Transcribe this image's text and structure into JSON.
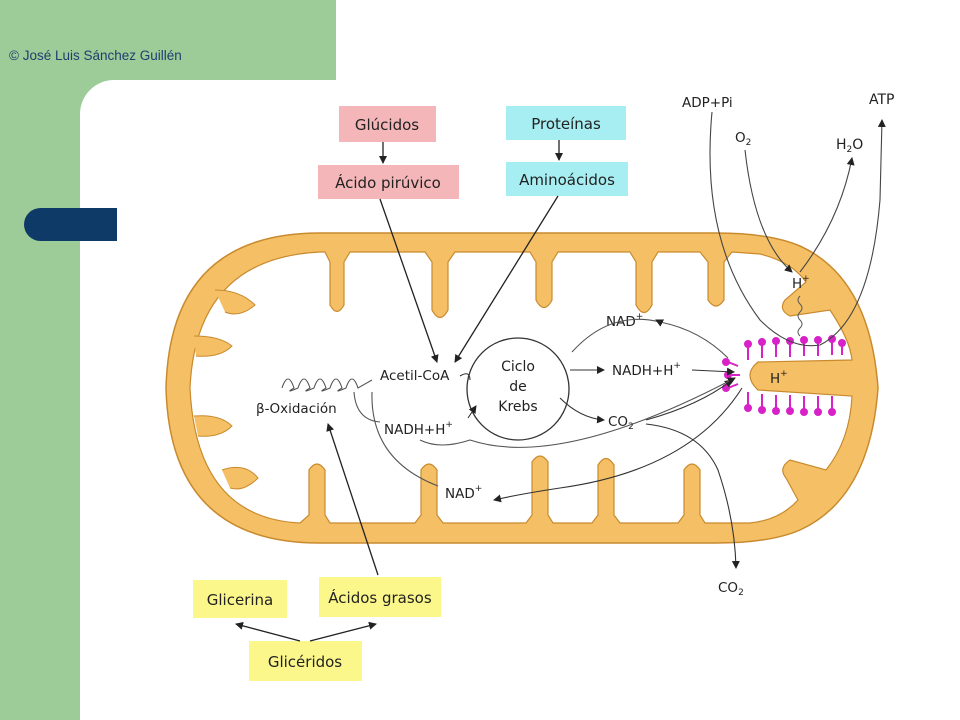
{
  "slide": {
    "copyright": "© José Luis Sánchez Guillén",
    "colors": {
      "band": "#9dcc98",
      "tab": "#0d3a66",
      "membrane": "#f5c065",
      "pink_box": "#f4b6b8",
      "cyan_box": "#a6eef2",
      "yellow_box": "#fbf78a",
      "atp_synthase": "#d822c8"
    }
  },
  "diagram": {
    "glucidos": "Glúcidos",
    "acido_piruvico": "Ácido pirúvico",
    "proteinas": "Proteínas",
    "aminoacidos": "Aminoácidos",
    "glicerina": "Glicerina",
    "acidos_grasos": "Ácidos grasos",
    "gliceridos": "Glicéridos",
    "beta_oxidacion": "β-Oxidación",
    "acetil_coa": "Acetil-CoA",
    "krebs_line1": "Ciclo",
    "krebs_line2": "de",
    "krebs_line3": "Krebs",
    "nad_top": "NAD",
    "nadh_right": "NADH+H",
    "nadh_left": "NADH+H",
    "nad_bottom": "NAD",
    "co2_inner": "CO",
    "co2_outer": "CO",
    "h_plus_upper": "H",
    "h_plus_lower": "H",
    "adp_pi": "ADP+Pi",
    "o2": "O",
    "h2o_h": "H",
    "h2o_o": "O",
    "atp": "ATP",
    "plus": "+",
    "sub2": "2"
  }
}
